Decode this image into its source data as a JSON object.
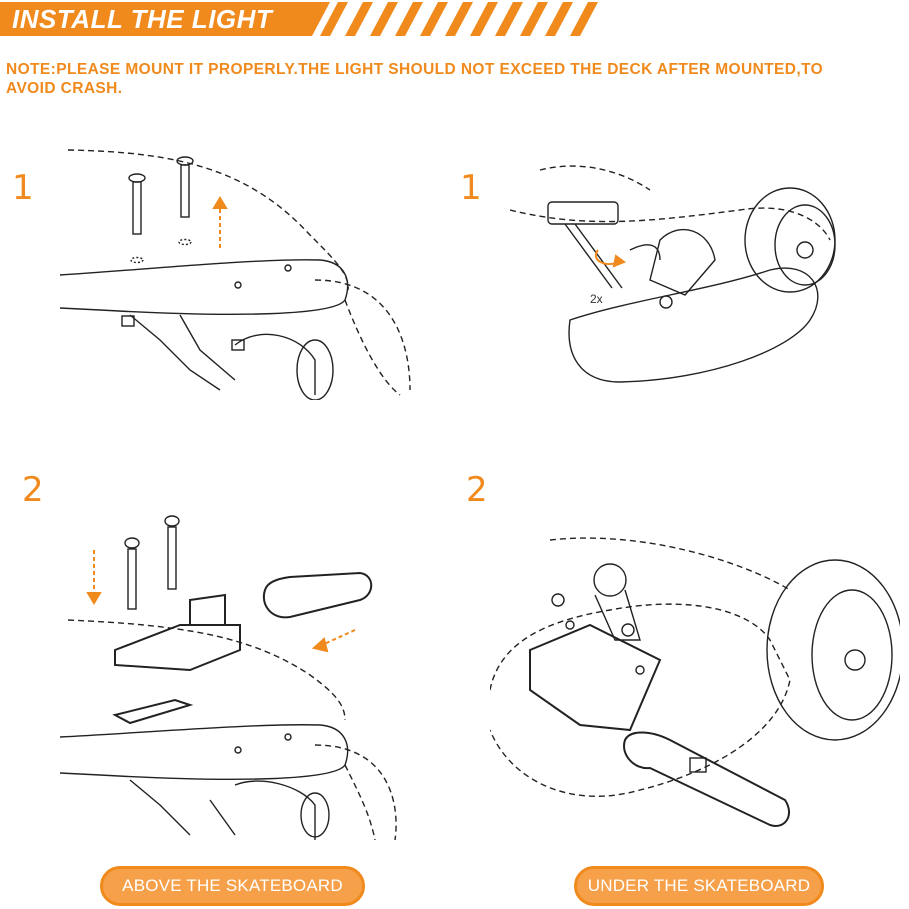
{
  "header": {
    "title": "INSTALL THE LIGHT",
    "accent_color": "#f08a1c"
  },
  "note": "NOTE:PLEASE MOUNT IT PROPERLY.THE LIGHT SHOULD NOT EXCEED THE DECK AFTER MOUNTED,TO AVOID CRASH.",
  "above": {
    "step1": "1",
    "step2": "2",
    "label": "ABOVE  THE SKATEBOARD"
  },
  "under": {
    "step1": "1",
    "step2": "2",
    "count_label": "2x",
    "label": "UNDER  THE SKATEBOARD"
  }
}
